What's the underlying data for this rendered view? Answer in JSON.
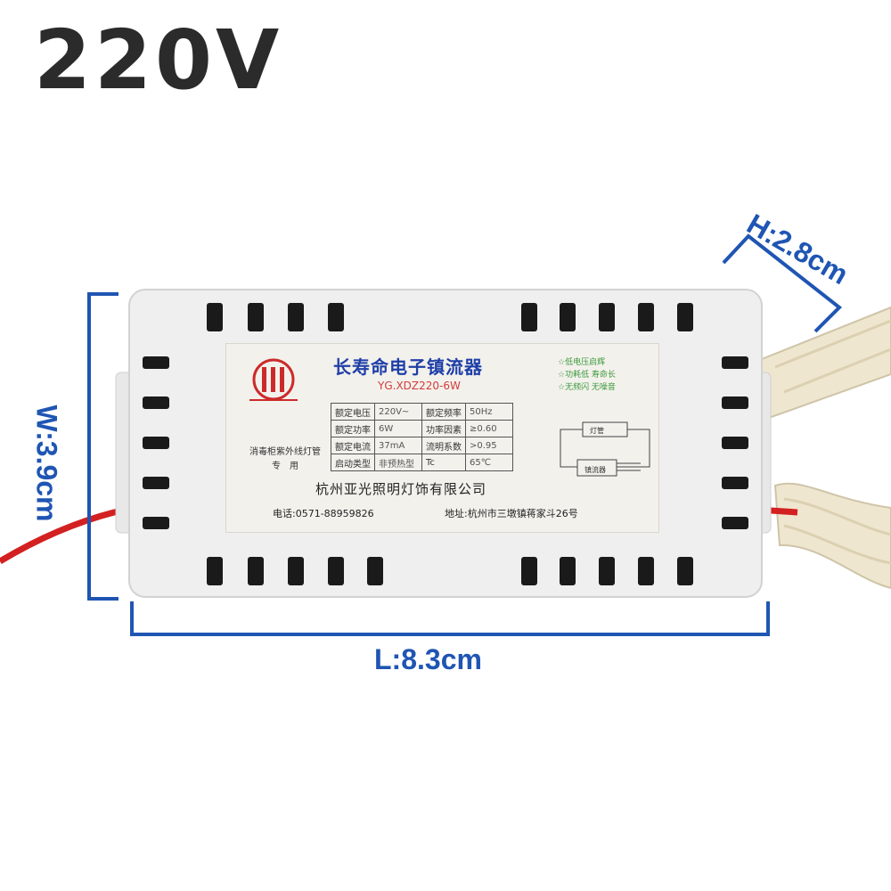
{
  "voltage": "220V",
  "dimensions": {
    "height": "H:2.8cm",
    "width": "W:3.9cm",
    "length": "L:8.3cm"
  },
  "label": {
    "title": "长寿命电子镇流器",
    "model": "YG.XDZ220-6W",
    "features": [
      "☆低电压启辉",
      "☆功耗低  寿命长",
      "☆无频闪  无噪音"
    ],
    "use": [
      "消毒柜紫外线灯管",
      "专　用"
    ],
    "specs": [
      [
        "额定电压",
        "220V~",
        "额定频率",
        "50Hz"
      ],
      [
        "额定功率",
        "6W",
        "功率因素",
        "≥0.60"
      ],
      [
        "额定电流",
        "37mA",
        "流明系数",
        ">0.95"
      ],
      [
        "启动类型",
        "非预热型",
        "Tc",
        "65℃"
      ]
    ],
    "company": "杭州亚光照明灯饰有限公司",
    "phone": "电话:0571-88959826",
    "address": "地址:杭州市三墩镇蒋家斗26号",
    "wiring": {
      "lamp": "灯管",
      "ballast": "镇流器"
    }
  },
  "colors": {
    "dimension_blue": "#1f55b3",
    "casing": "#eeeeee",
    "wire_red": "#d32020",
    "sleeve": "#efe6cf"
  }
}
